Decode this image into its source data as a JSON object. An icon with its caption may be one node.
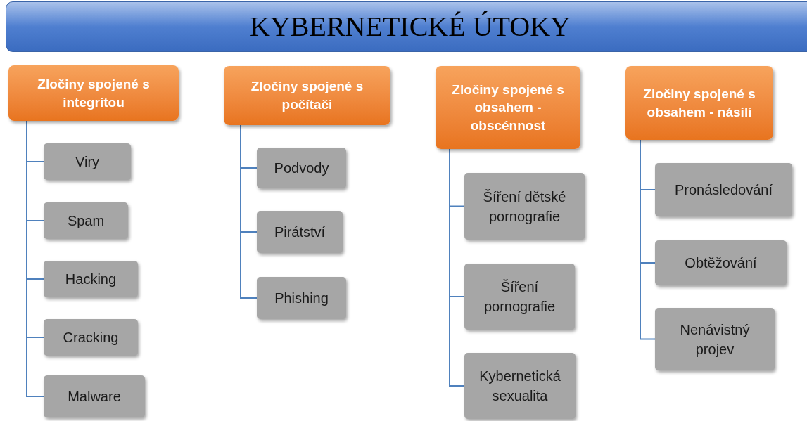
{
  "diagram": {
    "title": "KYBERNETICKÉ ÚTOKY",
    "nodes": [
      {
        "text": [
          "Zločiny spojené s integritou"
        ]
      },
      {
        "text": [
          "Viry"
        ]
      },
      {
        "text": [
          "Spam"
        ]
      },
      {
        "text": [
          "Hacking"
        ]
      },
      {
        "text": [
          "Cracking"
        ]
      },
      {
        "text": [
          "Malware"
        ]
      },
      {
        "text": [
          "Zločiny spojené s počítači"
        ]
      },
      {
        "text": [
          "Podvody"
        ]
      },
      {
        "text": [
          "Pirátství"
        ]
      },
      {
        "text": [
          "Phishing"
        ]
      },
      {
        "text": [
          "Zločiny spojené s obsahem - obscénnost"
        ]
      },
      {
        "text": [
          "Šíření dětské pornografie"
        ]
      },
      {
        "text": [
          "Šíření pornografie"
        ]
      },
      {
        "text": [
          "Kybernetická sexualita"
        ]
      },
      {
        "text": [
          "Zločiny spojené s obsahem - násilí"
        ]
      },
      {
        "text": [
          "Pronásledování"
        ]
      },
      {
        "text": [
          "Obtěžování"
        ]
      },
      {
        "text": [
          "Nenávistný projev"
        ]
      }
    ],
    "edges": [
      {
        "from": 0,
        "to": 1,
        "arrow": "none"
      },
      {
        "from": 0,
        "to": 2,
        "arrow": "none"
      },
      {
        "from": 0,
        "to": 3,
        "arrow": "none"
      },
      {
        "from": 0,
        "to": 4,
        "arrow": "none"
      },
      {
        "from": 0,
        "to": 5,
        "arrow": "none"
      },
      {
        "from": 6,
        "to": 7,
        "arrow": "none"
      },
      {
        "from": 6,
        "to": 8,
        "arrow": "none"
      },
      {
        "from": 6,
        "to": 9,
        "arrow": "none"
      },
      {
        "from": 10,
        "to": 11,
        "arrow": "none"
      },
      {
        "from": 10,
        "to": 12,
        "arrow": "none"
      },
      {
        "from": 10,
        "to": 13,
        "arrow": "none"
      },
      {
        "from": 14,
        "to": 15,
        "arrow": "none"
      },
      {
        "from": 14,
        "to": 16,
        "arrow": "none"
      },
      {
        "from": 14,
        "to": 17,
        "arrow": "none"
      }
    ]
  }
}
